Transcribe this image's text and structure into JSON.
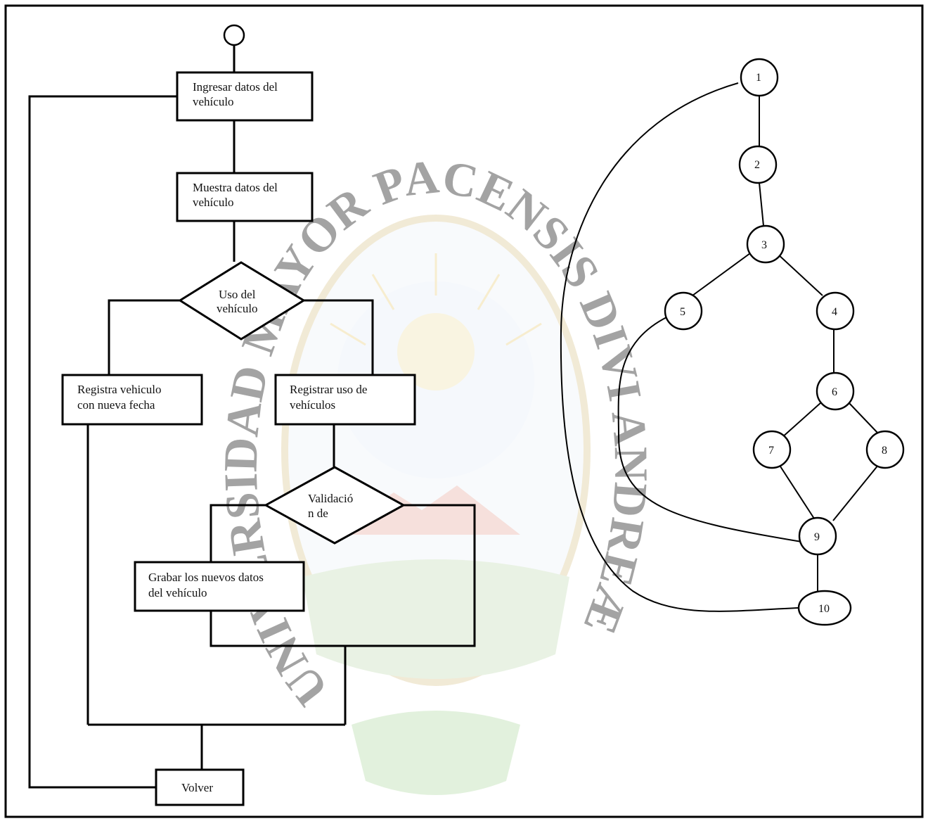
{
  "flowchart": {
    "step_ingresar": [
      "Ingresar datos del",
      "vehículo"
    ],
    "step_muestra": [
      "Muestra datos del",
      "vehículo"
    ],
    "decision_uso": [
      "Uso del",
      "vehículo"
    ],
    "step_registra_fecha": [
      "Registra vehiculo",
      "con nueva fecha"
    ],
    "step_registrar_uso": [
      "Registrar uso de",
      "vehículos"
    ],
    "decision_validacion": [
      "Validació",
      "n de"
    ],
    "step_grabar": [
      "Grabar los  nuevos datos",
      "del vehículo"
    ],
    "step_volver": "Volver"
  },
  "flow_graph": {
    "nodes": [
      "1",
      "2",
      "3",
      "4",
      "5",
      "6",
      "7",
      "8",
      "9",
      "10"
    ],
    "edges": [
      [
        "1",
        "2"
      ],
      [
        "2",
        "3"
      ],
      [
        "3",
        "5"
      ],
      [
        "3",
        "4"
      ],
      [
        "4",
        "6"
      ],
      [
        "6",
        "7"
      ],
      [
        "6",
        "8"
      ],
      [
        "7",
        "9"
      ],
      [
        "8",
        "9"
      ],
      [
        "5",
        "9"
      ],
      [
        "9",
        "10"
      ],
      [
        "1",
        "10"
      ]
    ]
  },
  "watermark": {
    "text": "UNIVERSIDAD MAYOR PACENSIS DIVI ANDREÆ",
    "colors": {
      "gold": "#e8c77a",
      "blue": "#a9c4e6",
      "red": "#e9a9a0",
      "green": "#a7d59a"
    }
  }
}
